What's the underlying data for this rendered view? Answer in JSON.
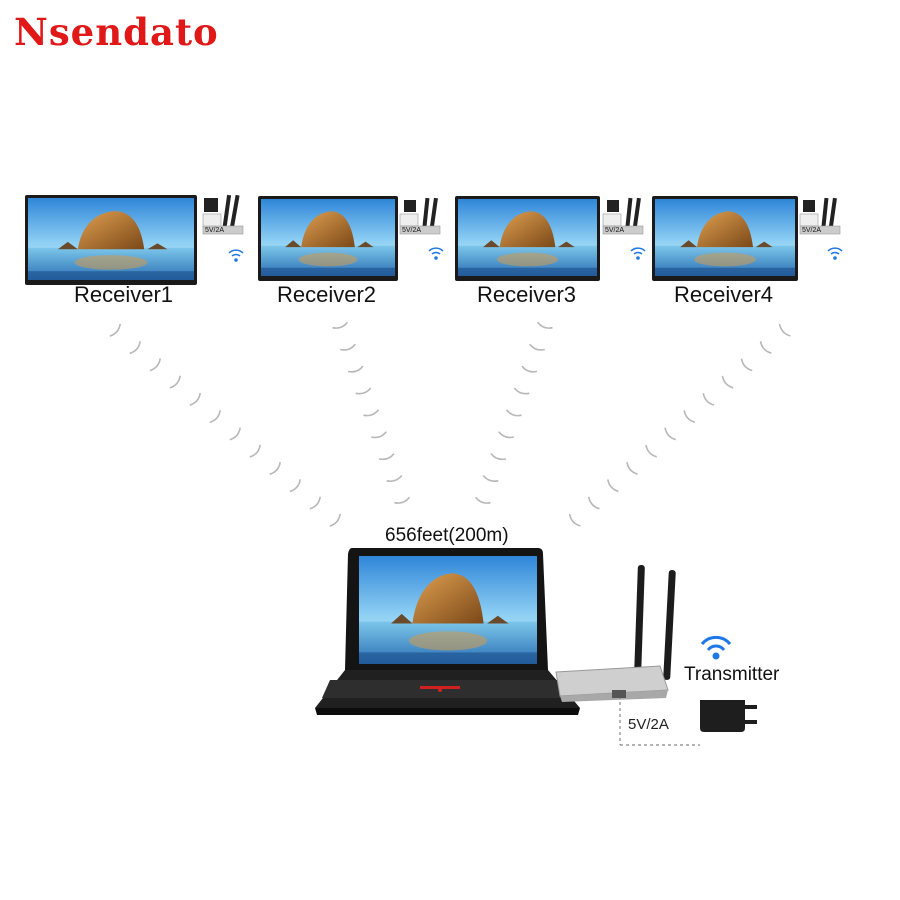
{
  "brand": "Nsendato",
  "receivers": [
    {
      "label": "Receiver1",
      "power_label": "5V/2A"
    },
    {
      "label": "Receiver2",
      "power_label": "5V/2A"
    },
    {
      "label": "Receiver3",
      "power_label": "5V/2A"
    },
    {
      "label": "Receiver4",
      "power_label": "5V/2A"
    }
  ],
  "distance_label": "656feet(200m)",
  "transmitter": {
    "label": "Transmitter",
    "power_label": "5V/2A"
  },
  "colors": {
    "brand": "#e01818",
    "wifi": "#1e78e6",
    "sky": "#5ab0ea",
    "rock": "#c07a28"
  },
  "icons": [
    "wifi-icon",
    "antenna-icon",
    "power-adapter-icon",
    "laptop-icon",
    "tv-icon"
  ]
}
